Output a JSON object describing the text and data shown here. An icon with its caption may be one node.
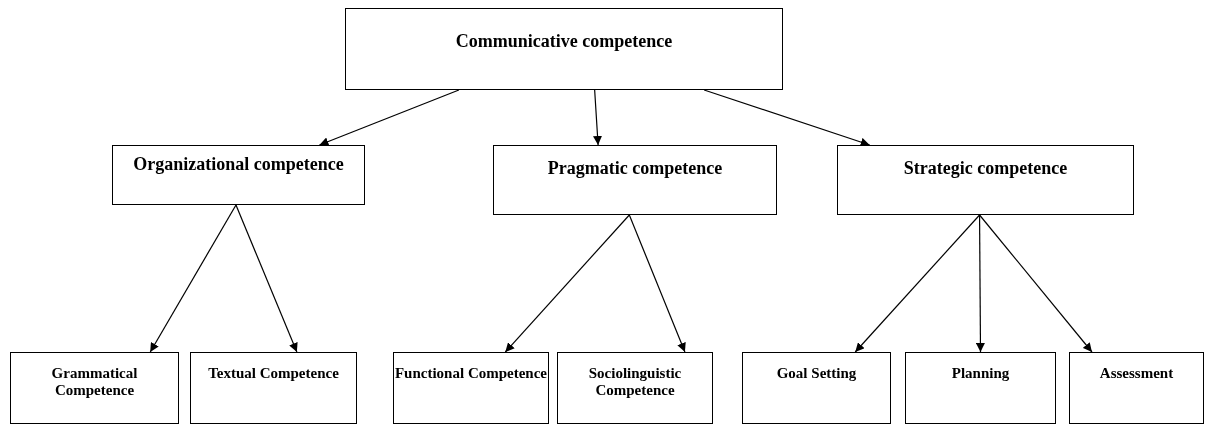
{
  "diagram": {
    "nodes": [
      {
        "text": [
          "Communicative competence"
        ]
      },
      {
        "text": [
          "Organizational competence"
        ]
      },
      {
        "text": [
          "Pragmatic competence"
        ]
      },
      {
        "text": [
          "Strategic competence"
        ]
      },
      {
        "text": [
          "Grammatical Competence"
        ]
      },
      {
        "text": [
          "Textual Competence"
        ]
      },
      {
        "text": [
          "Functional Competence"
        ]
      },
      {
        "text": [
          "Sociolinguistic Competence"
        ]
      },
      {
        "text": [
          "Goal Setting"
        ]
      },
      {
        "text": [
          "Planning"
        ]
      },
      {
        "text": [
          "Assessment"
        ]
      }
    ],
    "edges": [
      {
        "from": 0,
        "to": 1,
        "arrow": "to"
      },
      {
        "from": 0,
        "to": 2,
        "arrow": "to"
      },
      {
        "from": 0,
        "to": 3,
        "arrow": "to"
      },
      {
        "from": 1,
        "to": 4,
        "arrow": "to"
      },
      {
        "from": 1,
        "to": 5,
        "arrow": "to"
      },
      {
        "from": 2,
        "to": 6,
        "arrow": "to"
      },
      {
        "from": 2,
        "to": 7,
        "arrow": "to"
      },
      {
        "from": 3,
        "to": 8,
        "arrow": "to"
      },
      {
        "from": 3,
        "to": 9,
        "arrow": "to"
      },
      {
        "from": 3,
        "to": 10,
        "arrow": "to"
      }
    ]
  }
}
